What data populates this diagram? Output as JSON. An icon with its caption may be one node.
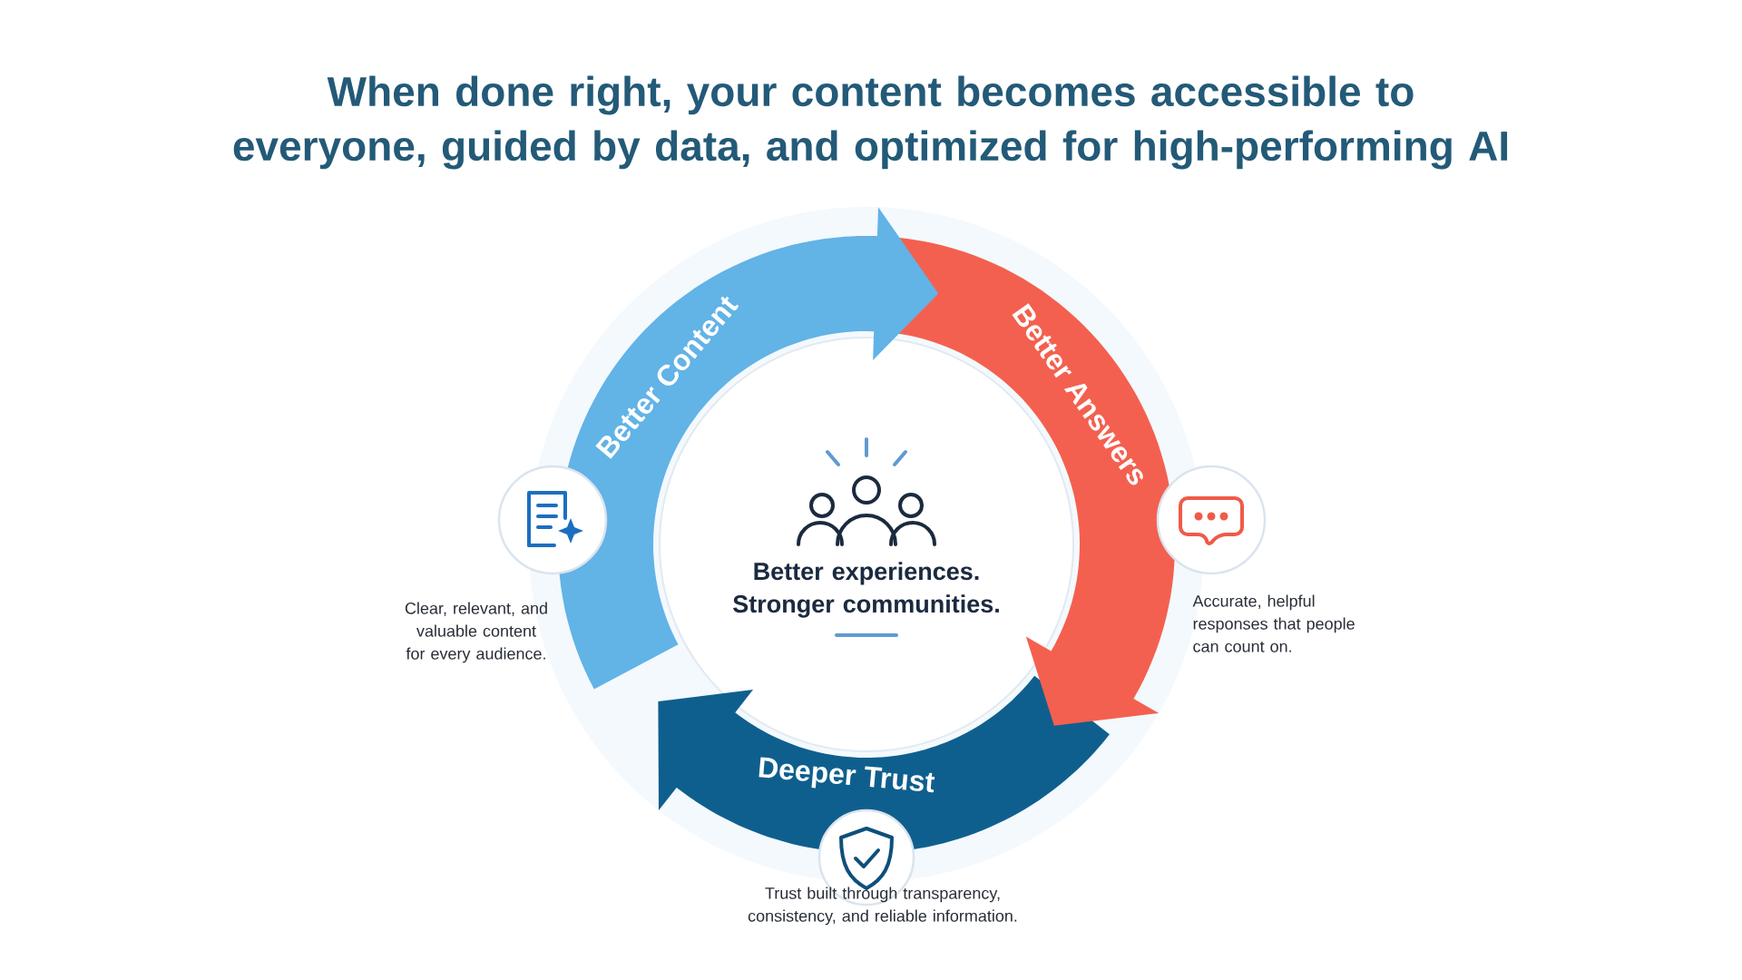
{
  "diagram": {
    "title": "When done right, your content becomes accessible to everyone, guided by data, and optimized for high-performing AI",
    "nodes": [
      {
        "text": [
          "Better Content"
        ]
      },
      {
        "text": [
          "Better Answers"
        ]
      },
      {
        "text": [
          "Deeper Trust"
        ]
      },
      {
        "text": [
          "Better experiences. Stronger communities."
        ]
      },
      {
        "text": [],
        "shape": "circle"
      },
      {
        "text": [],
        "shape": "circle"
      },
      {
        "text": [],
        "shape": "circle"
      }
    ],
    "labels": [
      "Clear, relevant, and valuable content for every audience.",
      "Accurate, helpful responses that people can count on.",
      "Trust built through transparency, consistency, and reliable information."
    ]
  }
}
